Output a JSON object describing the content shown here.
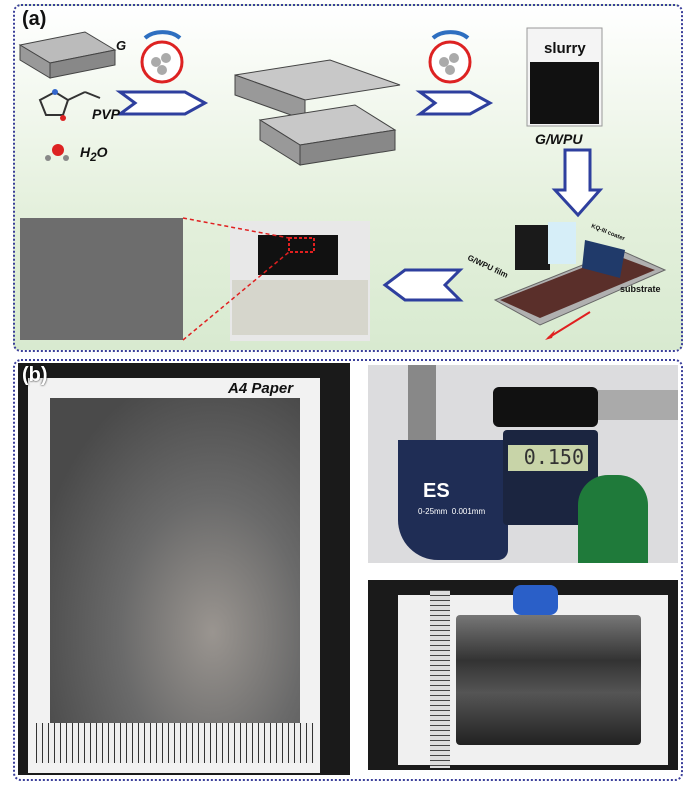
{
  "panel_a": {
    "label": "(a)",
    "graphene_label": "G",
    "pvp_label": "PVP",
    "water_label": "H",
    "water_sub": "2",
    "water_suffix": "O",
    "slurry_label": "slurry",
    "product_label": "G/WPU",
    "film_label": "G/WPU film",
    "coater_label": "KQ-III coater",
    "substrate_label": "substrate"
  },
  "panel_b": {
    "label": "(b)",
    "paper_label": "A4 Paper",
    "micrometer_reading": "0.150",
    "micrometer_brand": "ES",
    "micrometer_spec": "0-25mm  0.001mm"
  },
  "colors": {
    "border": "#3b3f9a",
    "arrow": "#2e3f9e",
    "red": "#e02020"
  }
}
